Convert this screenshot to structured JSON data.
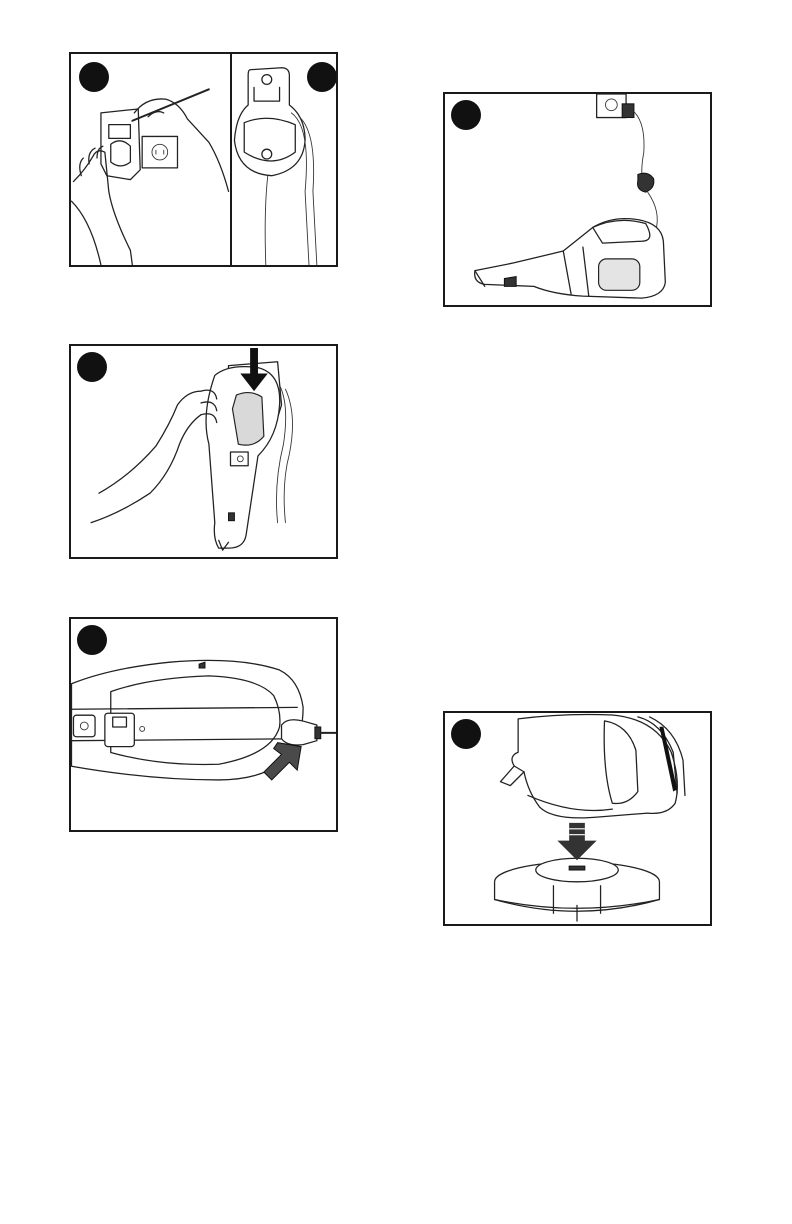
{
  "page": {
    "background": "#ffffff",
    "border_color": "#1a1a1a",
    "badge_color": "#111111"
  },
  "figures": [
    {
      "id": "wall-mount",
      "icons": [
        "hands-marking-wall-icon",
        "wall-bracket-icon"
      ],
      "badges": 2
    },
    {
      "id": "charger-plug-in",
      "icons": [
        "wall-outlet-icon",
        "vacuum-charging-icon"
      ],
      "badges": 1
    },
    {
      "id": "insert-into-bracket",
      "icons": [
        "hand-docking-vacuum-icon",
        "down-arrow-icon"
      ],
      "badges": 1
    },
    {
      "id": "connect-charger-plug",
      "icons": [
        "vacuum-top-view-icon",
        "plug-arrow-icon"
      ],
      "badges": 1
    },
    {
      "id": "place-on-base",
      "icons": [
        "vacuum-on-base-icon",
        "down-arrow-icon"
      ],
      "badges": 1
    }
  ]
}
